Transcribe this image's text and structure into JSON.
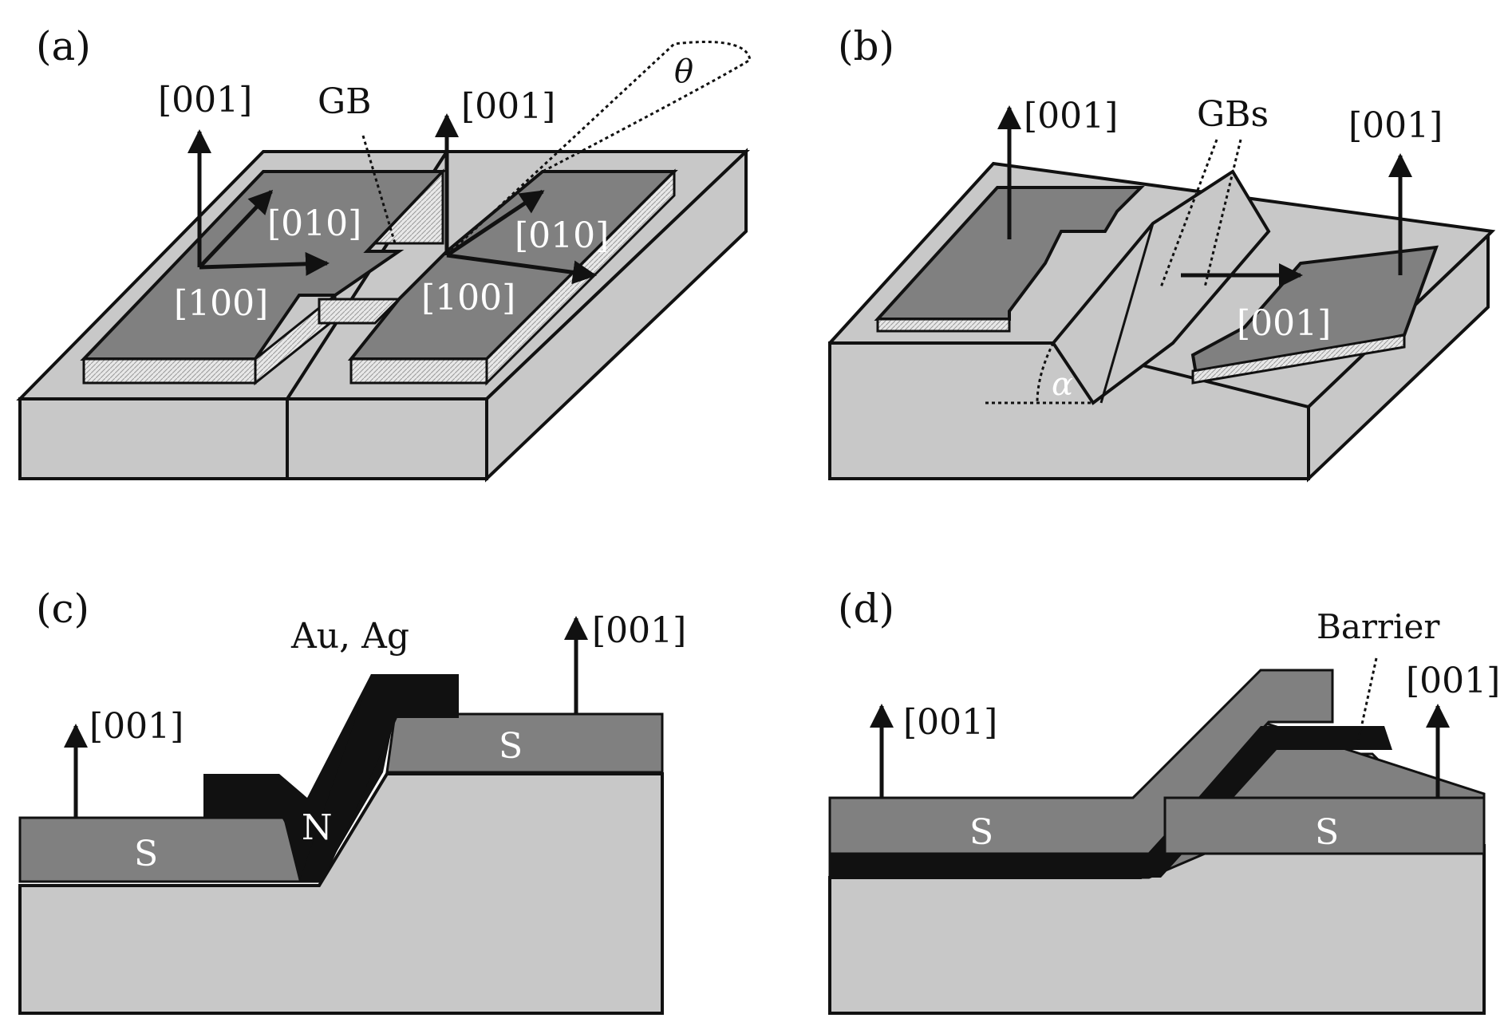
{
  "colors": {
    "substrate": "#c8c8c8",
    "film": "#808080",
    "black": "#111111",
    "hatch": "#e6e6e6",
    "background": "#ffffff"
  },
  "panels": {
    "a": {
      "tag": "(a)",
      "labels": {
        "axis_left": "[001]",
        "axis_mid": "[001]",
        "gb": "GB",
        "theta": "θ",
        "dir_010_left": "[010]",
        "dir_010_right": "[010]",
        "dir_100_left": "[100]",
        "dir_100_right": "[100]"
      }
    },
    "b": {
      "tag": "(b)",
      "labels": {
        "axis_left": "[001]",
        "gbs": "GBs",
        "axis_right": "[001]",
        "dir_001": "[001]",
        "alpha": "α"
      }
    },
    "c": {
      "tag": "(c)",
      "labels": {
        "metals": "Au, Ag",
        "axis_right": "[001]",
        "axis_left": "[001]",
        "s_left": "S",
        "n": "N",
        "s_right": "S"
      }
    },
    "d": {
      "tag": "(d)",
      "labels": {
        "barrier": "Barrier",
        "axis_right": "[001]",
        "axis_left": "[001]",
        "s_left": "S",
        "s_right": "S"
      }
    }
  }
}
